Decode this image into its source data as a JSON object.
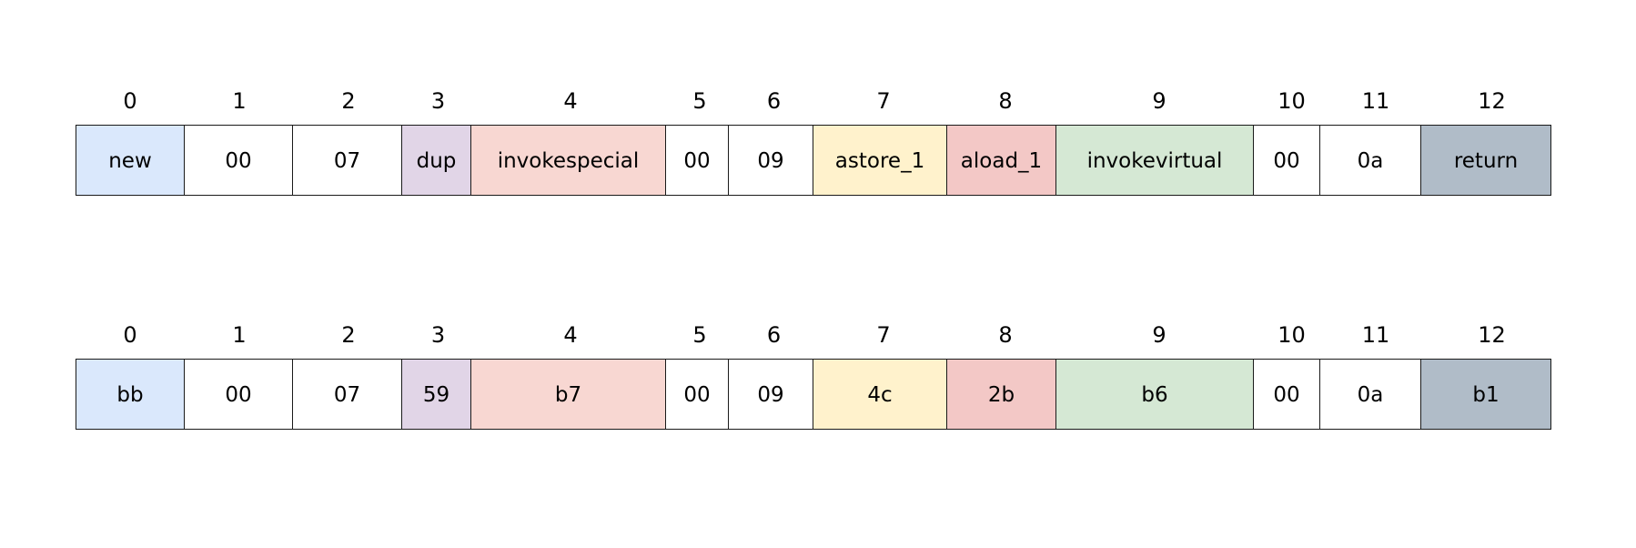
{
  "colors": {
    "c0": "#dae8fc",
    "c3": "#e1d5e7",
    "c4": "#f8d7d2",
    "c7": "#fff2cc",
    "c8": "#f3c8c6",
    "c9": "#d5e8d4",
    "c12": "#b0bcc8",
    "plain": "#ffffff"
  },
  "rows": [
    {
      "indices": [
        "0",
        "1",
        "2",
        "3",
        "4",
        "5",
        "6",
        "7",
        "8",
        "9",
        "10",
        "11",
        "12"
      ],
      "cells": [
        "new",
        "00",
        "07",
        "dup",
        "invokespecial",
        "00",
        "09",
        "astore_1",
        "aload_1",
        "invokevirtual",
        "00",
        "0a",
        "return"
      ]
    },
    {
      "indices": [
        "0",
        "1",
        "2",
        "3",
        "4",
        "5",
        "6",
        "7",
        "8",
        "9",
        "10",
        "11",
        "12"
      ],
      "cells": [
        "bb",
        "00",
        "07",
        "59",
        "b7",
        "00",
        "09",
        "4c",
        "2b",
        "b6",
        "00",
        "0a",
        "b1"
      ]
    }
  ]
}
